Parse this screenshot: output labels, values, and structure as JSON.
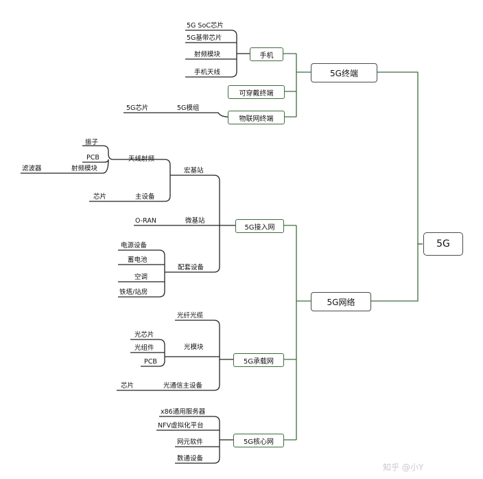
{
  "root": "5G",
  "terminal": {
    "title": "5G终端",
    "phone": {
      "label": "手机",
      "items": [
        "5G SoC芯片",
        "5G基带芯片",
        "射频模块",
        "手机天线"
      ]
    },
    "wearable": "可穿戴终端",
    "iot": {
      "label": "物联网终端",
      "module": "5G模组",
      "chip": "5G芯片"
    }
  },
  "network": {
    "title": "5G网络",
    "access": {
      "label": "5G接入网",
      "macro": {
        "label": "宏基站",
        "antenna_rf": "天线射频",
        "antenna_items": [
          "振子",
          "PCB"
        ],
        "rf_module": "射频模块",
        "filter": "滤波器",
        "main_equipment": "主设备",
        "main_chip": "芯片"
      },
      "micro": {
        "label": "微基站",
        "item": "O-RAN"
      },
      "support": {
        "label": "配套设备",
        "items": [
          "电源设备",
          "蓄电池",
          "空调",
          "铁塔/站房"
        ]
      }
    },
    "bearer": {
      "label": "5G承载网",
      "fiber": "光纤光缆",
      "optical_module": {
        "label": "光模块",
        "items": [
          "光芯片",
          "光组件",
          "PCB"
        ]
      },
      "comm_equipment": {
        "label": "光通信主设备",
        "chip": "芯片"
      }
    },
    "core": {
      "label": "5G核心网",
      "items": [
        "x86通用服务器",
        "NFV虚拟化平台",
        "网元软件",
        "数通设备"
      ]
    }
  },
  "watermark": "知乎 @小Y"
}
